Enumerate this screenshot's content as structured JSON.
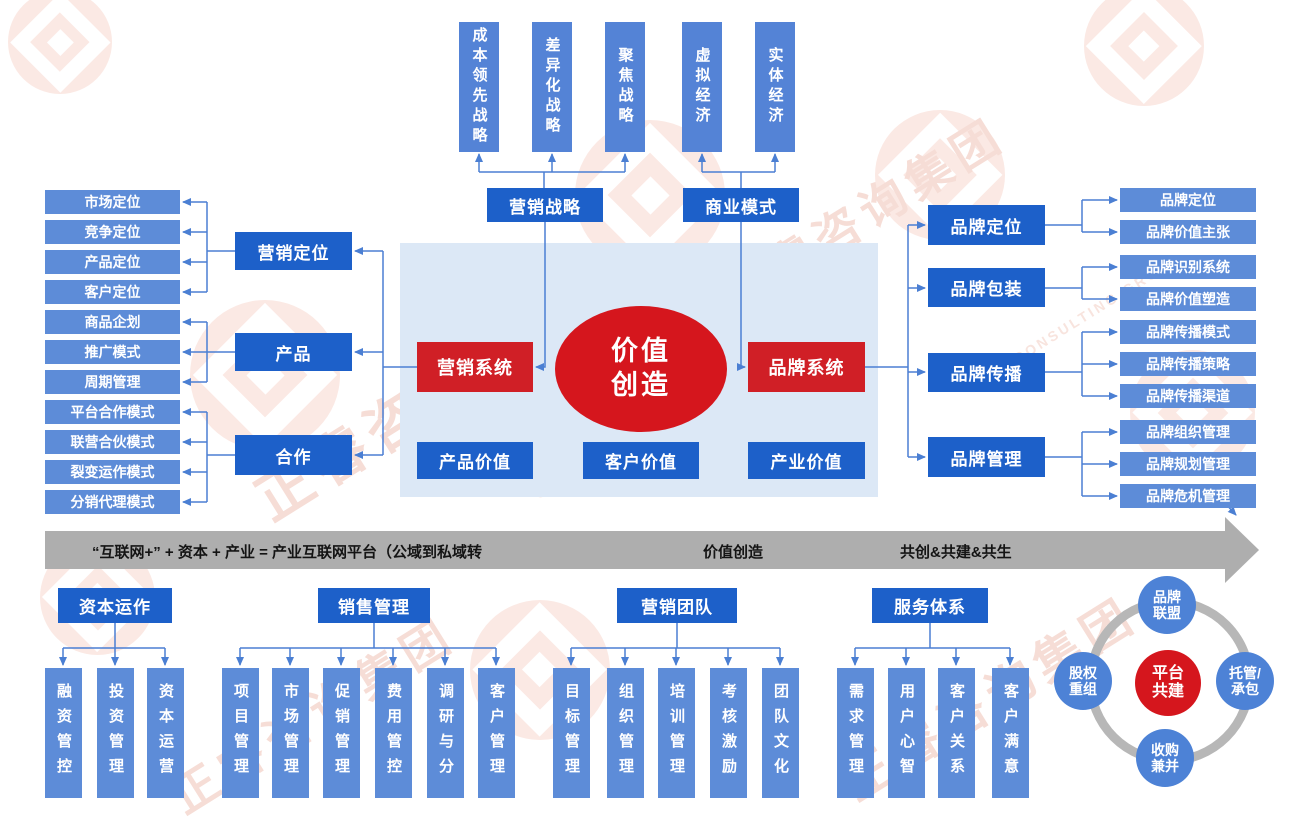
{
  "colors": {
    "box_blue_light": "#5d8cd8",
    "box_blue_medium": "#5483d6",
    "box_blue_dark": "#1d60c9",
    "red": "#d01f26",
    "panel_light_blue": "#dce8f6",
    "band_gray": "#aeaeae",
    "connector_blue": "#4b7fd3"
  },
  "top": {
    "strategies": [
      "成本领先战略",
      "差异化战略",
      "聚焦战略"
    ],
    "economies": [
      "虚拟经济",
      "实体经济"
    ],
    "marketing_strategy_label": "营销战略",
    "business_model_label": "商业模式"
  },
  "left": {
    "groups": [
      {
        "label": "营销定位",
        "items": [
          "市场定位",
          "竞争定位",
          "产品定位",
          "客户定位"
        ]
      },
      {
        "label": "产品",
        "items": [
          "商品企划",
          "推广模式",
          "周期管理"
        ]
      },
      {
        "label": "合作",
        "items": [
          "平台合作模式",
          "联营合伙模式",
          "裂变运作模式",
          "分销代理模式"
        ]
      }
    ]
  },
  "center": {
    "marketing_system_label": "营销系统",
    "brand_system_label": "品牌系统",
    "value_creation_line1": "价值",
    "value_creation_line2": "创造",
    "value_boxes": [
      "产品价值",
      "客户价值",
      "产业价值"
    ]
  },
  "right": {
    "groups": [
      {
        "label": "品牌定位",
        "items": [
          "品牌定位",
          "品牌价值主张"
        ]
      },
      {
        "label": "品牌包装",
        "items": [
          "品牌识别系统",
          "品牌价值塑造"
        ]
      },
      {
        "label": "品牌传播",
        "items": [
          "品牌传播模式",
          "品牌传播策略",
          "品牌传播渠道"
        ]
      },
      {
        "label": "品牌管理",
        "items": [
          "品牌组织管理",
          "品牌规划管理",
          "品牌危机管理"
        ]
      }
    ]
  },
  "band": {
    "formula": "“互联网+” + 资本 + 产业 = 产业互联网平台（公域到私域转",
    "step2": "价值创造",
    "step3": "共创&共建&共生"
  },
  "bottom": {
    "groups": [
      {
        "label": "资本运作",
        "items": [
          "融资管控",
          "投资管理",
          "资本运营"
        ]
      },
      {
        "label": "销售管理",
        "items": [
          "项目管理",
          "市场管理",
          "促销管理",
          "费用管控",
          "调研与分",
          "客户管理"
        ]
      },
      {
        "label": "营销团队",
        "items": [
          "目标管理",
          "组织管理",
          "培训管理",
          "考核激励",
          "团队文化"
        ]
      },
      {
        "label": "服务体系",
        "items": [
          "需求管理",
          "用户心智",
          "客户关系",
          "客户满意"
        ]
      }
    ]
  },
  "platform_circle": {
    "center": {
      "line1": "平台",
      "line2": "共建"
    },
    "satellites": [
      {
        "line1": "品牌",
        "line2": "联盟"
      },
      {
        "line1": "托管/",
        "line2": "承包"
      },
      {
        "line1": "收购",
        "line2": "兼并"
      },
      {
        "line1": "股权",
        "line2": "重组"
      }
    ]
  },
  "watermark": {
    "text": "正睿咨询集团",
    "subtext": "CONSULTING GROUP"
  }
}
